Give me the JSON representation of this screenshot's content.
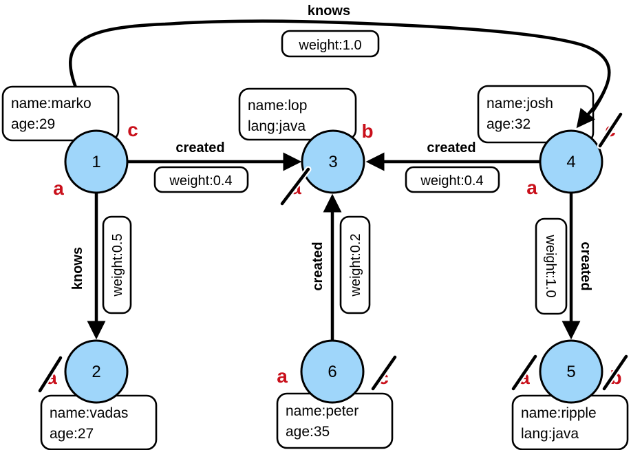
{
  "diagram_type": "property-graph",
  "colors": {
    "vertex_fill": "#9FD6FA",
    "stroke": "#000000",
    "box_fill": "#FFFFFF",
    "mark_red": "#C9101B"
  },
  "vertices": [
    {
      "id": "1",
      "properties": [
        "name:marko",
        "age:29"
      ]
    },
    {
      "id": "2",
      "properties": [
        "name:vadas",
        "age:27"
      ]
    },
    {
      "id": "3",
      "properties": [
        "name:lop",
        "lang:java"
      ]
    },
    {
      "id": "4",
      "properties": [
        "name:josh",
        "age:32"
      ]
    },
    {
      "id": "5",
      "properties": [
        "name:ripple",
        "lang:java"
      ]
    },
    {
      "id": "6",
      "properties": [
        "name:peter",
        "age:35"
      ]
    }
  ],
  "edges": [
    {
      "label": "knows",
      "weight": "weight:1.0",
      "from": "1",
      "to": "4"
    },
    {
      "label": "created",
      "weight": "weight:0.4",
      "from": "1",
      "to": "3"
    },
    {
      "label": "created",
      "weight": "weight:0.4",
      "from": "4",
      "to": "3"
    },
    {
      "label": "knows",
      "weight": "weight:0.5",
      "from": "1",
      "to": "2"
    },
    {
      "label": "created",
      "weight": "weight:0.2",
      "from": "6",
      "to": "3"
    },
    {
      "label": "created",
      "weight": "weight:1.0",
      "from": "4",
      "to": "5"
    }
  ],
  "marks": [
    {
      "vertex": "1",
      "letter": "c",
      "struck": false
    },
    {
      "vertex": "1",
      "letter": "a",
      "struck": false
    },
    {
      "vertex": "3",
      "letter": "b",
      "struck": false
    },
    {
      "vertex": "3",
      "letter": "a",
      "struck": true
    },
    {
      "vertex": "4",
      "letter": "c",
      "struck": true
    },
    {
      "vertex": "4",
      "letter": "a",
      "struck": false
    },
    {
      "vertex": "2",
      "letter": "a",
      "struck": true
    },
    {
      "vertex": "6",
      "letter": "a",
      "struck": false
    },
    {
      "vertex": "6",
      "letter": "c",
      "struck": true
    },
    {
      "vertex": "5",
      "letter": "a",
      "struck": true
    },
    {
      "vertex": "5",
      "letter": "b",
      "struck": true
    }
  ]
}
